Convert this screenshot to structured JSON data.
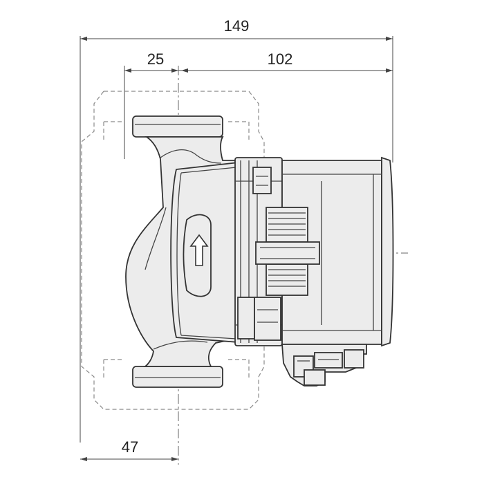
{
  "drawing": {
    "dimensions": {
      "overall_length": "149",
      "flange_offset": "25",
      "motor_length": "102",
      "lower_offset": "47"
    },
    "colors": {
      "line": "#333333",
      "hidden_line": "#8a8a8a",
      "housing_fill": "#ececec"
    },
    "icons": {
      "flow_direction": "arrow-up-icon"
    }
  }
}
